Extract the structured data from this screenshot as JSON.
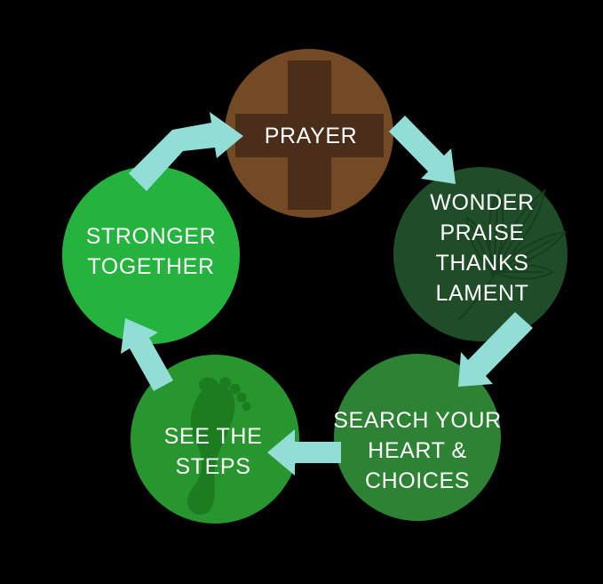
{
  "diagram": {
    "background_color": "#000000",
    "arrow_color": "#92ded6",
    "text_color": "#ffffff",
    "nodes": [
      {
        "id": "prayer",
        "lines": [
          "PRAYER"
        ],
        "circle_color": "#744a24",
        "icon": "cross-icon",
        "icon_color": "#4a2e1a"
      },
      {
        "id": "wonder-praise-thanks-lament",
        "lines": [
          "WONDER",
          "PRAISE",
          "THANKS",
          "LAMENT"
        ],
        "circle_color": "#1e4d28",
        "icon": "leaf-icon",
        "icon_color": "#163c1e"
      },
      {
        "id": "search-your-heart-and-choices",
        "lines": [
          "SEARCH YOUR",
          "HEART &",
          "CHOICES"
        ],
        "circle_color": "#2e8233",
        "icon": "",
        "icon_color": ""
      },
      {
        "id": "see-the-steps",
        "lines": [
          "SEE THE",
          "STEPS"
        ],
        "circle_color": "#28962f",
        "icon": "footprint-icon",
        "icon_color": "#1b7a1f"
      },
      {
        "id": "stronger-together",
        "lines": [
          "STRONGER",
          "TOGETHER"
        ],
        "circle_color": "#24b33c",
        "icon": "",
        "icon_color": ""
      }
    ],
    "arrows": [
      {
        "from": "stronger-together",
        "to": "prayer"
      },
      {
        "from": "prayer",
        "to": "wonder-praise-thanks-lament"
      },
      {
        "from": "wonder-praise-thanks-lament",
        "to": "search-your-heart-and-choices"
      },
      {
        "from": "search-your-heart-and-choices",
        "to": "see-the-steps"
      },
      {
        "from": "see-the-steps",
        "to": "stronger-together"
      }
    ]
  }
}
